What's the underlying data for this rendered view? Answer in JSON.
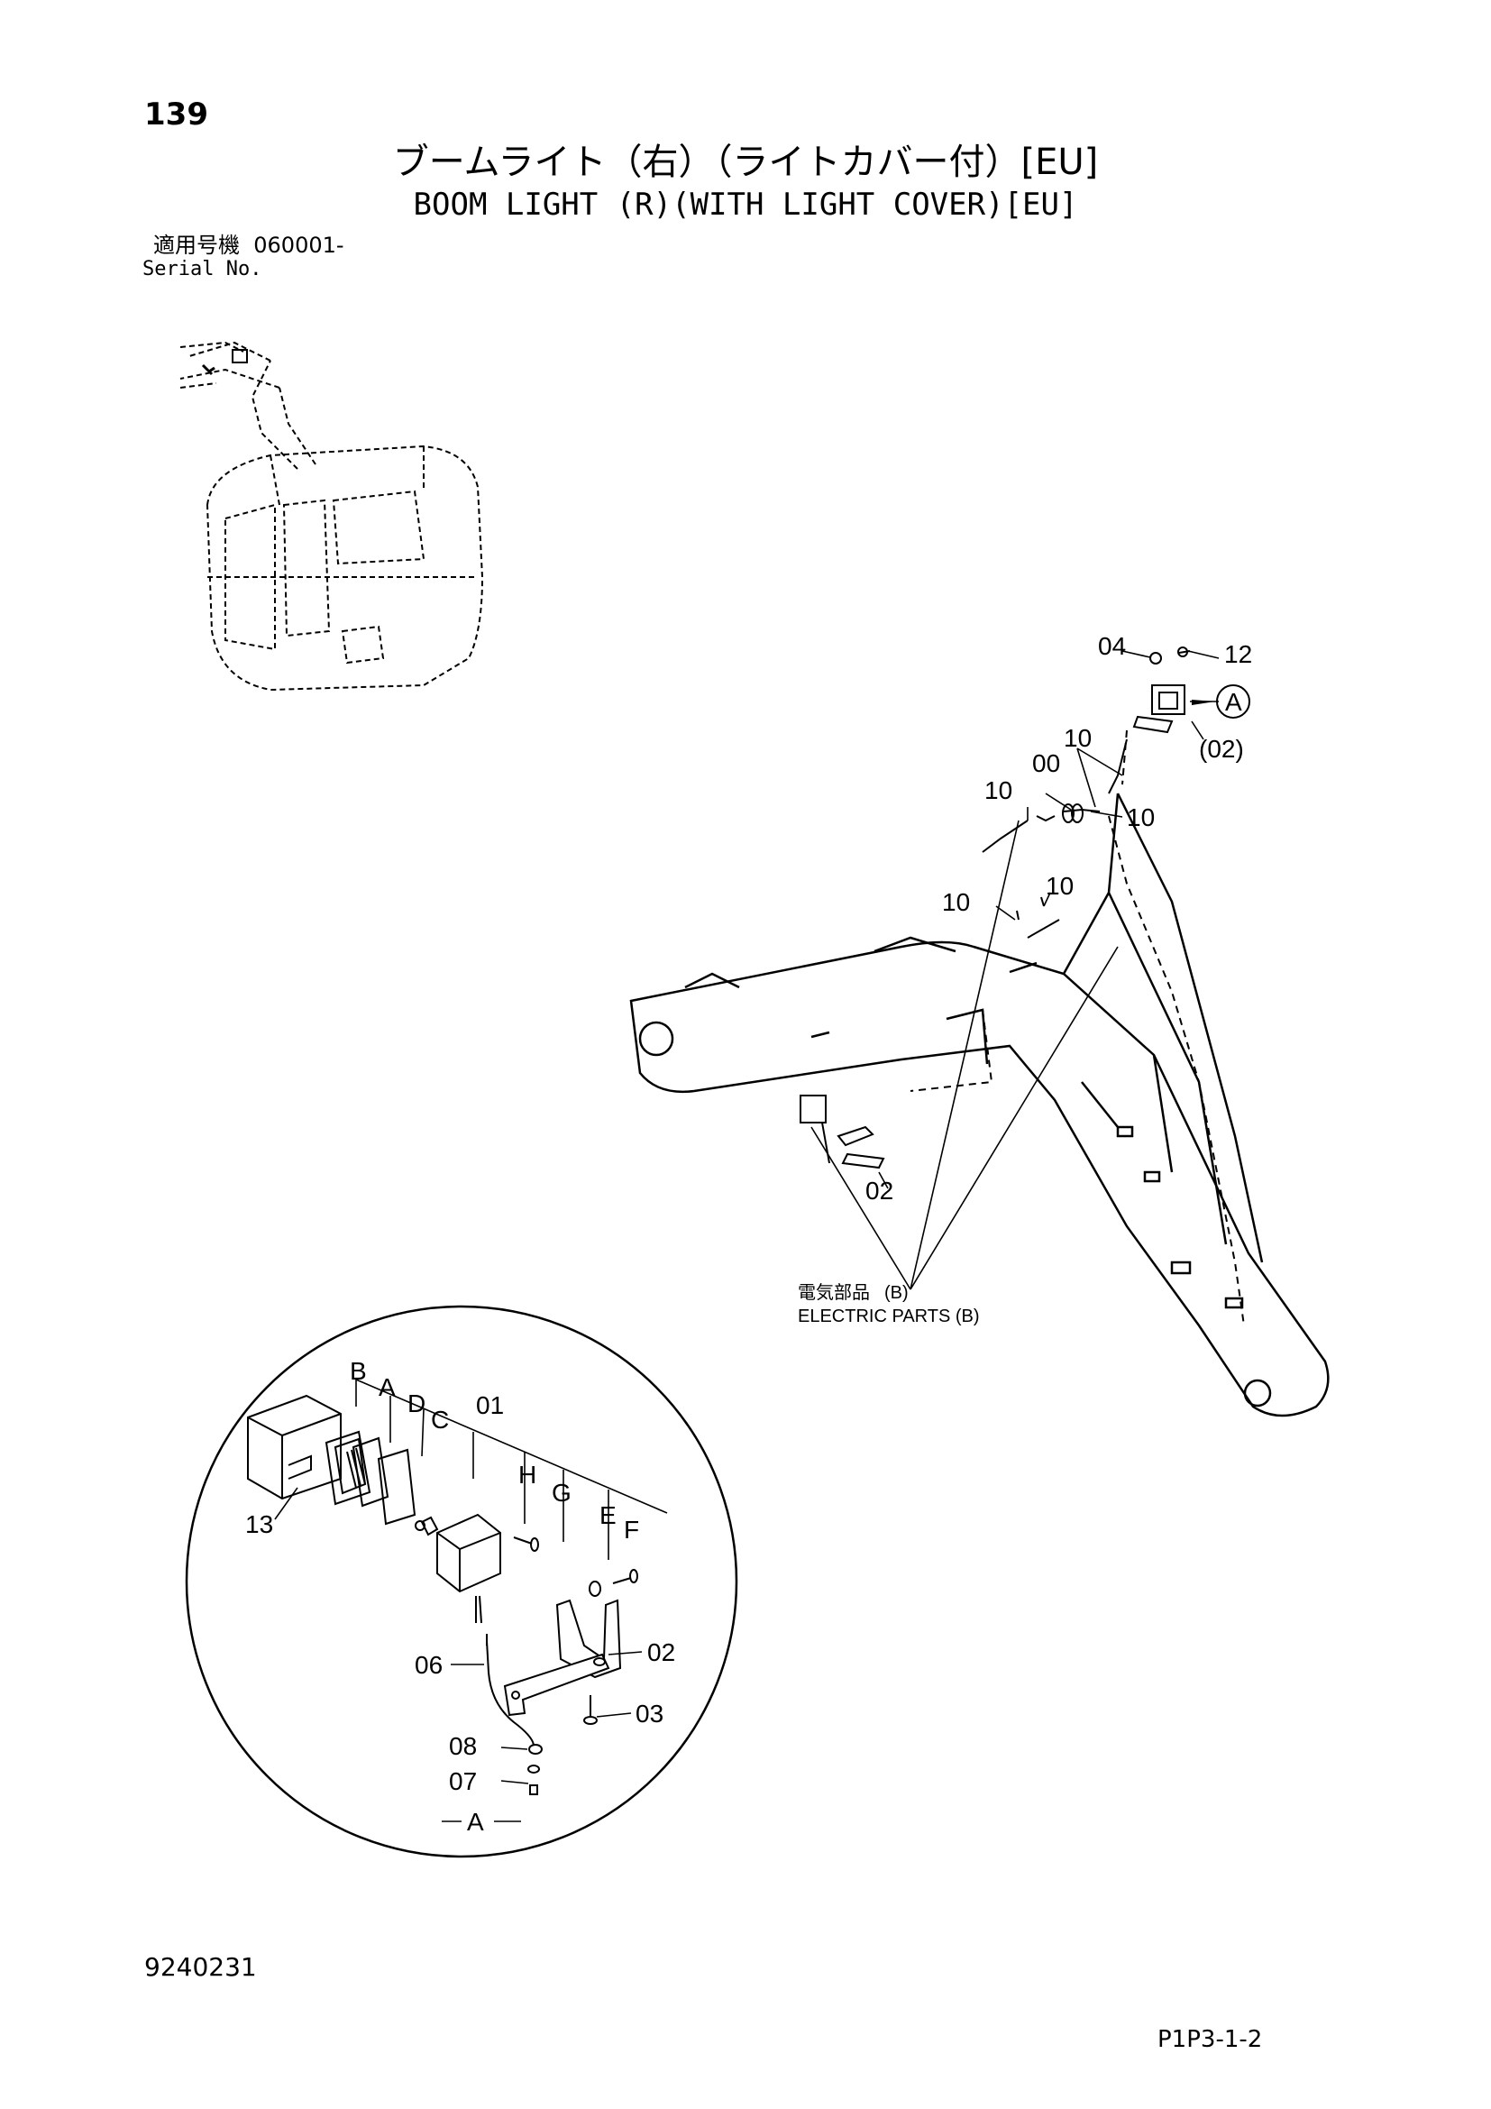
{
  "header": {
    "page_number": "139",
    "title_jp": "ブームライト（右）（ライトカバー付）[EU]",
    "title_en": "BOOM LIGHT (R)(WITH LIGHT COVER)[EU]",
    "serial_label_jp": "適用号機",
    "serial_value": "060001-",
    "serial_label_en": "Serial No."
  },
  "callouts": {
    "c04": "04",
    "c12": "12",
    "cA_circle": "A",
    "c02_paren": "(02)",
    "c10_a": "10",
    "c00": "00",
    "c10_b": "10",
    "c10_c": "10",
    "c10_d": "10",
    "c10_e": "10",
    "c02_main": "02",
    "electric_jp": "電気部品",
    "electric_ref": "(B)",
    "electric_en": "ELECTRIC PARTS (B)"
  },
  "detail": {
    "B": "B",
    "A_top": "A",
    "D": "D",
    "C": "C",
    "c01": "01",
    "H": "H",
    "G": "G",
    "E": "E",
    "F": "F",
    "c13": "13",
    "c06": "06",
    "c02": "02",
    "c03": "03",
    "c08": "08",
    "c07": "07",
    "A_bottom": "A"
  },
  "footer": {
    "doc_id": "9240231",
    "page_code": "P1P3-1-2"
  }
}
